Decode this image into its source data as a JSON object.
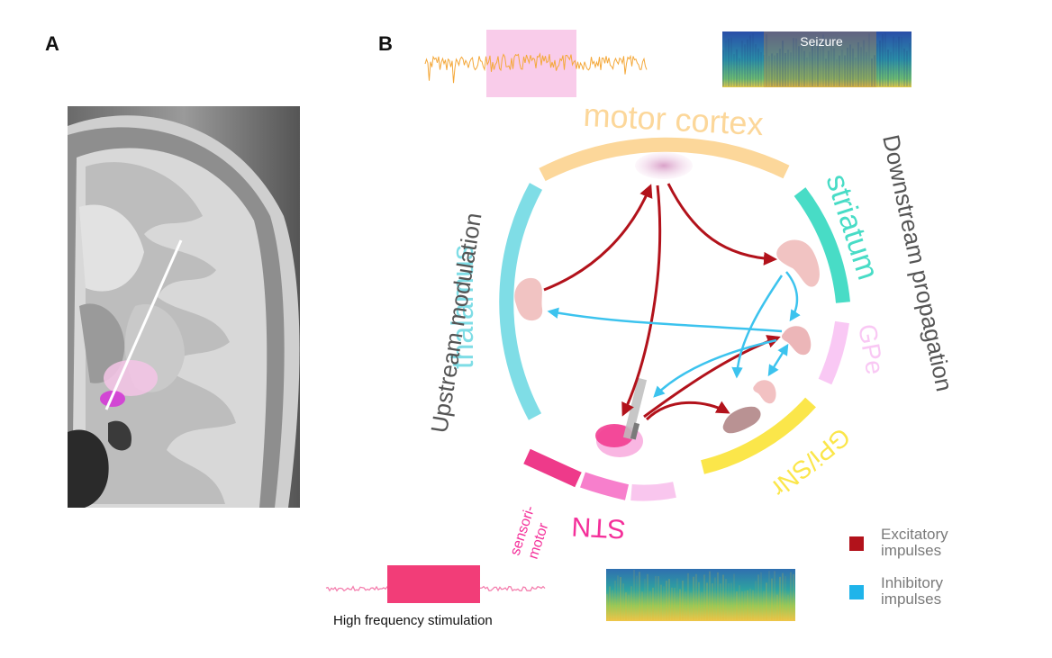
{
  "panels": {
    "a": "A",
    "b": "B"
  },
  "spectrogram_label": "Seizure",
  "regions": {
    "motor_cortex": {
      "label": "motor cortex",
      "color": "#fcd79a"
    },
    "striatum": {
      "label": "striatum",
      "color": "#48dcc6"
    },
    "gpe": {
      "label": "GPe",
      "color": "#f9c8f4"
    },
    "gpi_snr": {
      "label": "GPi/SNr",
      "color": "#fbe64a"
    },
    "stn": {
      "label": "STN",
      "color": "#f4309a"
    },
    "sensorimotor": {
      "label_line1": "sensori-",
      "label_line2": "motor"
    },
    "thalamus": {
      "label": "thalamus",
      "color": "#7fdde6"
    }
  },
  "side_labels": {
    "upstream": "Upstream modulation",
    "downstream": "Downstream propagation"
  },
  "stimulation_label": "High frequency stimulation",
  "legend": {
    "excitatory": {
      "line1": "Excitatory",
      "line2": "impulses",
      "color": "#b2121b"
    },
    "inhibitory": {
      "line1": "Inhibitory",
      "line2": "impulses",
      "color": "#1fb4ea"
    }
  }
}
